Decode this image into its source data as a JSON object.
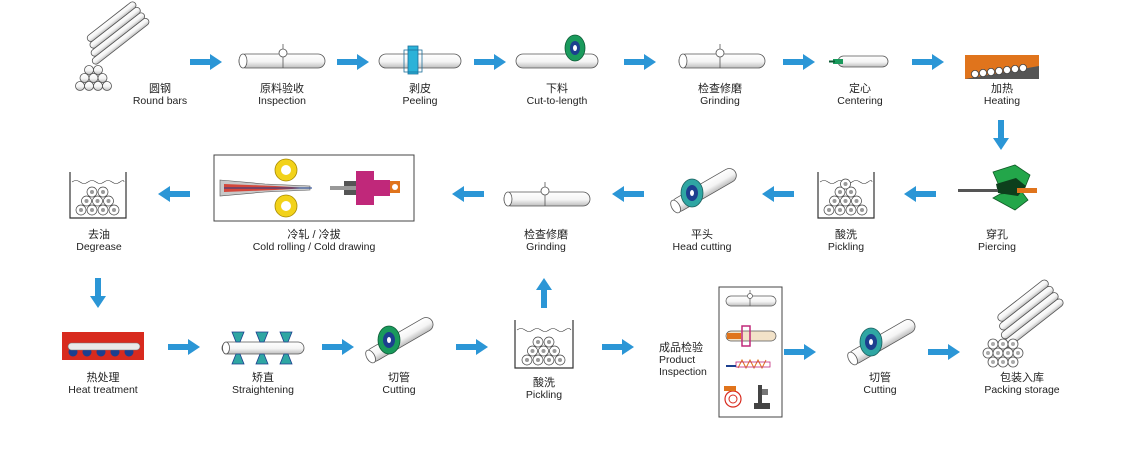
{
  "palette": {
    "arrow": "#2b96d6",
    "pipe_fill": "#ffffff",
    "pipe_stroke": "#555555",
    "green_disc": "#1a9a5c",
    "blue_disc": "#1c3f8f",
    "teal_disc": "#2fa6a3",
    "furnace": "#e0741c",
    "heat_furnace": "#d82a1e",
    "magenta": "#c0287a",
    "yellow_roll": "#f2d21a",
    "piercing_green": "#23a64a"
  },
  "steps": {
    "round_bars": {
      "cn": "圆钢",
      "en": "Round bars",
      "icon": "bundle-of-bars"
    },
    "inspection": {
      "cn": "原料验收",
      "en": "Inspection",
      "icon": "pipe-with-probe"
    },
    "peeling": {
      "cn": "剥皮",
      "en": "Peeling",
      "icon": "pipe-with-collar"
    },
    "cut_to_length": {
      "cn": "下料",
      "en": "Cut-to-length",
      "icon": "saw-disc"
    },
    "grinding_1": {
      "cn": "检查修磨",
      "en": "Grinding",
      "icon": "pipe-with-probe"
    },
    "centering": {
      "cn": "定心",
      "en": "Centering",
      "icon": "centering-drill"
    },
    "heating": {
      "cn": "加热",
      "en": "Heating",
      "icon": "furnace"
    },
    "piercing": {
      "cn": "穿孔",
      "en": "Piercing",
      "icon": "piercing-mill"
    },
    "pickling_1": {
      "cn": "酸洗",
      "en": "Pickling",
      "icon": "tank"
    },
    "head_cutting": {
      "cn": "平头",
      "en": "Head cutting",
      "icon": "saw-disc"
    },
    "grinding_2": {
      "cn": "检查修磨",
      "en": "Grinding",
      "icon": "pipe-with-probe"
    },
    "cold_rolling": {
      "cn": "冷轧 / 冷拔",
      "en": "Cold rolling / Cold drawing",
      "icon": "rolling-mill"
    },
    "degrease": {
      "cn": "去油",
      "en": "Degrease",
      "icon": "tank"
    },
    "heat_treatment": {
      "cn": "热处理",
      "en": "Heat treatment",
      "icon": "furnace"
    },
    "straightening": {
      "cn": "矫直",
      "en": "Straightening",
      "icon": "straightener"
    },
    "cutting_1": {
      "cn": "切管",
      "en": "Cutting",
      "icon": "saw-disc"
    },
    "pickling_2": {
      "cn": "酸洗",
      "en": "Pickling",
      "icon": "tank"
    },
    "product_inspection": {
      "cn": "成品检验",
      "en": "Product Inspection",
      "icon": "inspection-panel"
    },
    "cutting_2": {
      "cn": "切管",
      "en": "Cutting",
      "icon": "saw-disc"
    },
    "packing": {
      "cn": "包装入库",
      "en": "Packing storage",
      "icon": "bundle-of-tubes"
    }
  }
}
